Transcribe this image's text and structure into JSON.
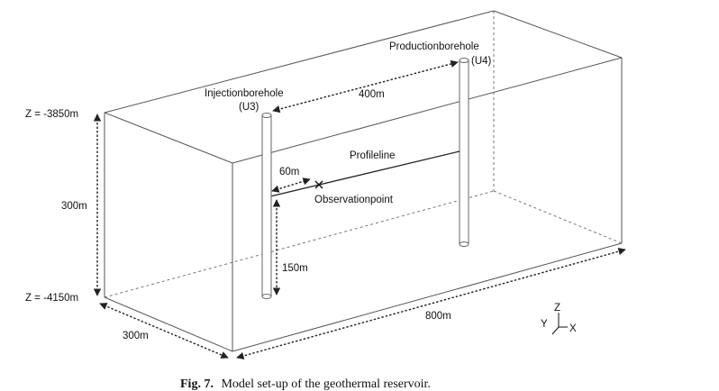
{
  "labels": {
    "z_top": "Z = -3850m",
    "z_bottom": "Z = -4150m",
    "height": "300m",
    "injection_line1": "Injectionborehole",
    "injection_line2": "(U3)",
    "production_line1": "Productionborehole",
    "production_line2": "(U4)",
    "spacing": "400m",
    "profile": "Profileline",
    "offset_60": "60m",
    "observation": "Observationpoint",
    "depth_150": "150m",
    "length_800": "800m",
    "width_300": "300m"
  },
  "axes": {
    "z": "Z",
    "y": "Y",
    "x": "X"
  },
  "caption": {
    "label": "Fig. 7.",
    "text": "Model set-up of the geothermal reservoir."
  }
}
